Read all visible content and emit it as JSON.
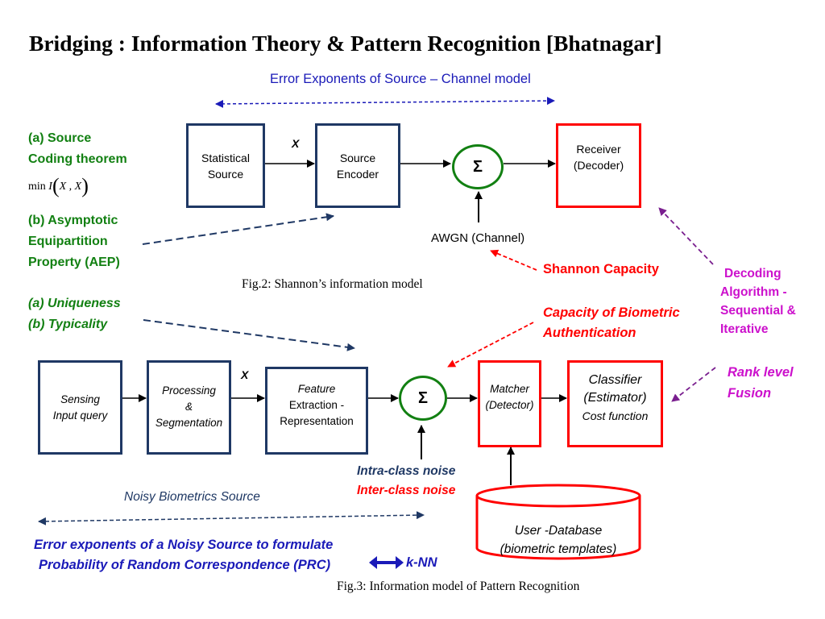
{
  "title": "Bridging : Information Theory  &  Pattern Recognition [Bhatnagar]",
  "fig2": {
    "top_label": "Error Exponents of Source – Channel model",
    "statistical_source": [
      "Statistical",
      "Source"
    ],
    "x_label": "X",
    "source_encoder": [
      "Source",
      "Encoder"
    ],
    "sum_symbol": "Σ",
    "receiver": [
      "Receiver",
      "(Decoder)"
    ],
    "awgn": "AWGN (Channel)",
    "shannon_capacity": "Shannon Capacity",
    "caption": "Fig.2:  Shannon’s information model"
  },
  "left": {
    "source_coding": [
      "(a) Source",
      "Coding theorem"
    ],
    "formula": {
      "min": "min",
      "I": "I",
      "args": "X , X"
    },
    "aep": [
      "(b) Asymptotic",
      "Equipartition",
      "Property (AEP)"
    ],
    "uniqueness": "(a)   Uniqueness",
    "typicality": "(b)   Typicality"
  },
  "right": {
    "decoding": [
      "Decoding",
      "Algorithm -",
      "Sequential &",
      "Iterative"
    ],
    "rank_fusion": [
      "Rank level",
      "Fusion"
    ]
  },
  "fig3": {
    "capacity_biometric": [
      "Capacity of Biometric",
      "Authentication"
    ],
    "sensing": [
      "Sensing",
      "Input query"
    ],
    "processing": [
      "Processing",
      "&",
      "Segmentation"
    ],
    "x_label": "X",
    "feature": [
      "Feature",
      "Extraction -",
      "Representation"
    ],
    "sum_symbol": "Σ",
    "matcher": [
      "Matcher",
      "(Detector)"
    ],
    "classifier": [
      "Classifier",
      "(Estimator)",
      "Cost function"
    ],
    "intra_noise": "Intra-class noise",
    "inter_noise": "Inter-class noise",
    "database": [
      "User -Database",
      "(biometric templates)"
    ],
    "noisy_source": "Noisy Biometrics Source",
    "error_exponents": [
      "Error exponents of a Noisy Source to formulate",
      "Probability of Random Correspondence (PRC)"
    ],
    "knn": "k-NN",
    "caption": "Fig.3: Information model of Pattern Recognition"
  },
  "colors": {
    "navy": "#1f3864",
    "red": "#ff0000",
    "green": "#128012",
    "blue": "#1a1ab8",
    "magenta": "#cc11cc",
    "purple": "#7a1f8f"
  }
}
